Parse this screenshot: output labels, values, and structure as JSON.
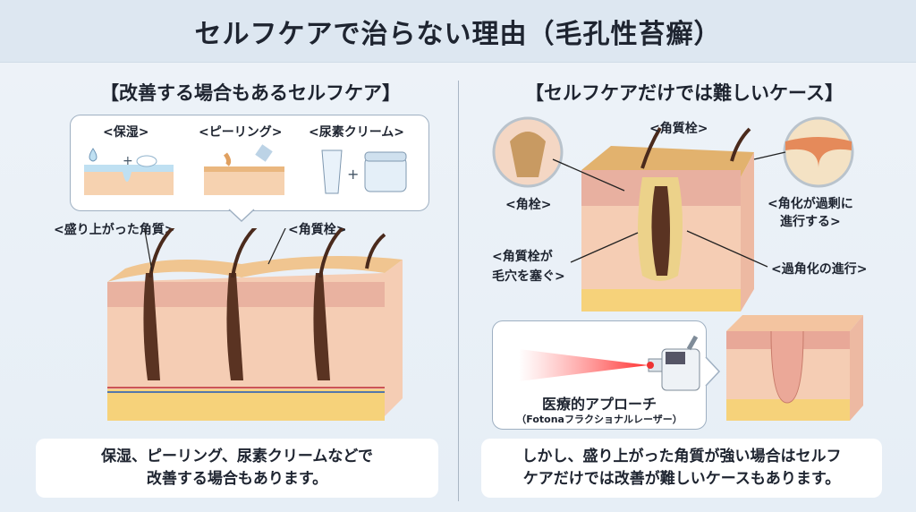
{
  "title": "セルフケアで治らない理由（毛孔性苔癬）",
  "left": {
    "heading": "【改善する場合もあるセルフケア】",
    "methods": [
      {
        "label": "<保湿>"
      },
      {
        "label": "<ピーリング>"
      },
      {
        "label": "<尿素クリーム>"
      }
    ],
    "labels": {
      "raised": "<盛り上がった角質>",
      "plug": "<角質栓>"
    },
    "caption": [
      "保湿、ピーリング、尿素クリームなどで",
      "改善する場合もあります。"
    ]
  },
  "right": {
    "heading": "【セルフケアだけでは難しいケース】",
    "labels": {
      "plug_top": "<角質栓>",
      "kakusen": "<角栓>",
      "excess": [
        "<角化が過剰に",
        "進行する>"
      ],
      "blocks": [
        "<角質栓が",
        "毛穴を塞ぐ>"
      ],
      "hyper": "<過角化の進行>"
    },
    "treatment": {
      "title": "医療的アプローチ",
      "subtitle": "（Fotonaフラクショナルレーザー）"
    },
    "caption": [
      "しかし、盛り上がった角質が強い場合はセルフ",
      "ケアだけでは改善が難しいケースもあります。"
    ]
  }
}
